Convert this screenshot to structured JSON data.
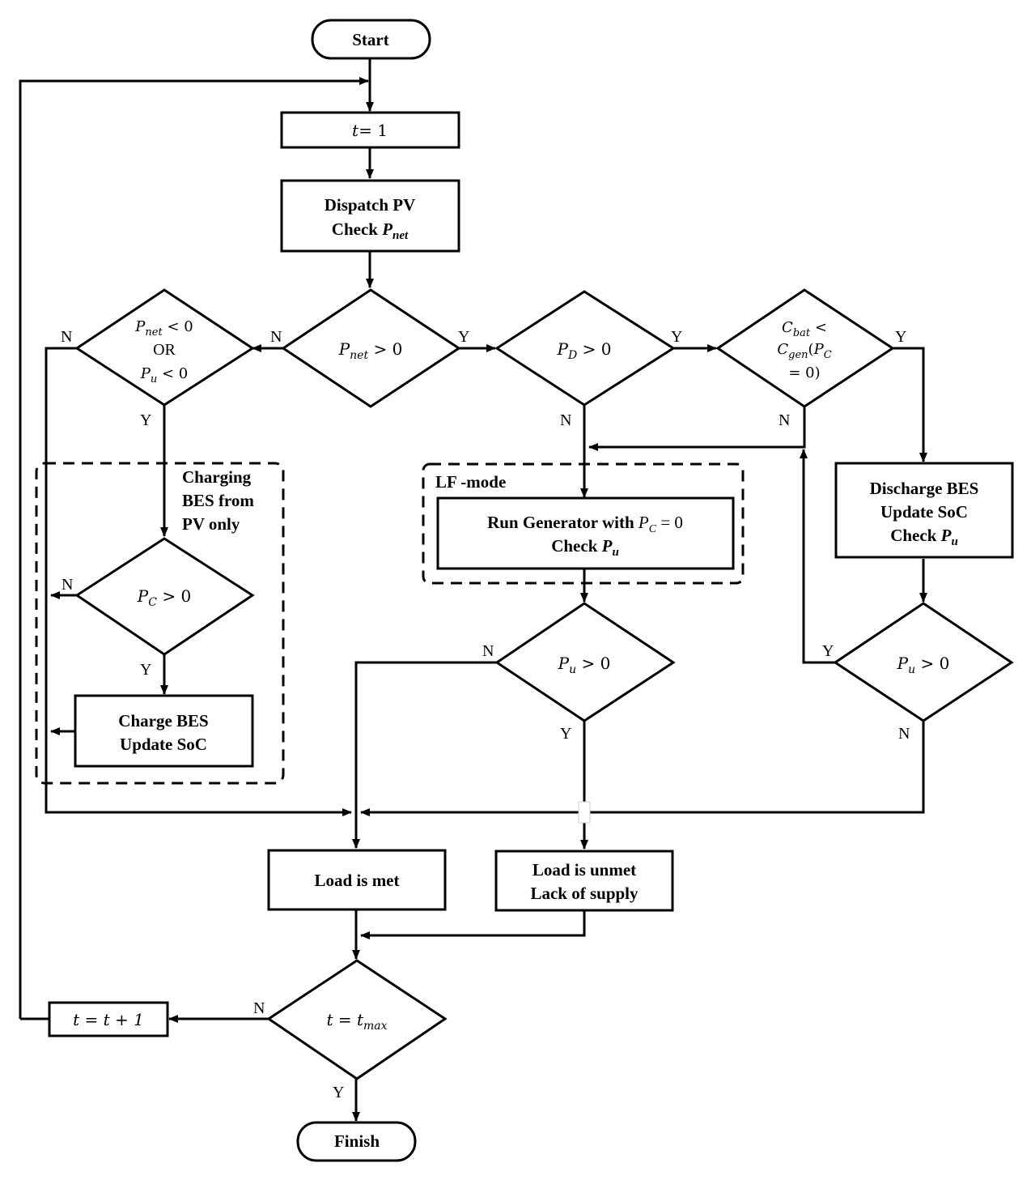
{
  "nodes": {
    "start": "Start",
    "t_init": {
      "lhs": "t",
      "rhs": "= 1"
    },
    "dispatch": {
      "line1": "Dispatch PV",
      "line2": "Check ",
      "var": "P",
      "sub": "net"
    },
    "d_pnet_pos": {
      "var": "P",
      "sub": "net",
      "rest": " > 0"
    },
    "d_pnet_neg": {
      "line1_var": "P",
      "line1_sub": "net",
      "line1_rest": " < 0",
      "line2": "OR",
      "line3_var": "P",
      "line3_sub": "u",
      "line3_rest": " < 0"
    },
    "d_pd": {
      "var": "P",
      "sub": "D",
      "rest": " > 0"
    },
    "d_cost": {
      "line1_var": "C",
      "line1_sub": "bat",
      "line1_rest": " <",
      "line2_var": "C",
      "line2_sub": "gen",
      "line2_mid": "(",
      "line2_var2": "P",
      "line2_sub2": "C",
      "line3": "= 0)"
    },
    "d_pc": {
      "var": "P",
      "sub": "C",
      "rest": " > 0"
    },
    "charge": {
      "line1": "Charge BES",
      "line2": "Update SoC"
    },
    "run_gen": {
      "line1": "Run Generator with ",
      "var": "P",
      "sub": "C",
      "rest": " = 0",
      "line2": "Check ",
      "var2": "P",
      "sub2": "u"
    },
    "discharge": {
      "line1": "Discharge BES",
      "line2": "Update SoC",
      "line3": "Check ",
      "var": "P",
      "sub": "u"
    },
    "d_pu_mid": {
      "var": "P",
      "sub": "u",
      "rest": " > 0"
    },
    "d_pu_right": {
      "var": "P",
      "sub": "u",
      "rest": " > 0"
    },
    "load_met": "Load is met",
    "load_unmet": {
      "line1": "Load is unmet",
      "line2": "Lack of supply"
    },
    "d_tmax": {
      "var": "t",
      "mid": " = ",
      "var2": "t",
      "sub": "max"
    },
    "t_inc": {
      "text": "t = t + 1"
    },
    "finish": "Finish"
  },
  "groups": {
    "charging": {
      "line1": "Charging",
      "line2": "BES from",
      "line3": "PV only"
    },
    "lf_mode": "LF -mode"
  },
  "edge_labels": {
    "yes": "Y",
    "no": "N"
  }
}
